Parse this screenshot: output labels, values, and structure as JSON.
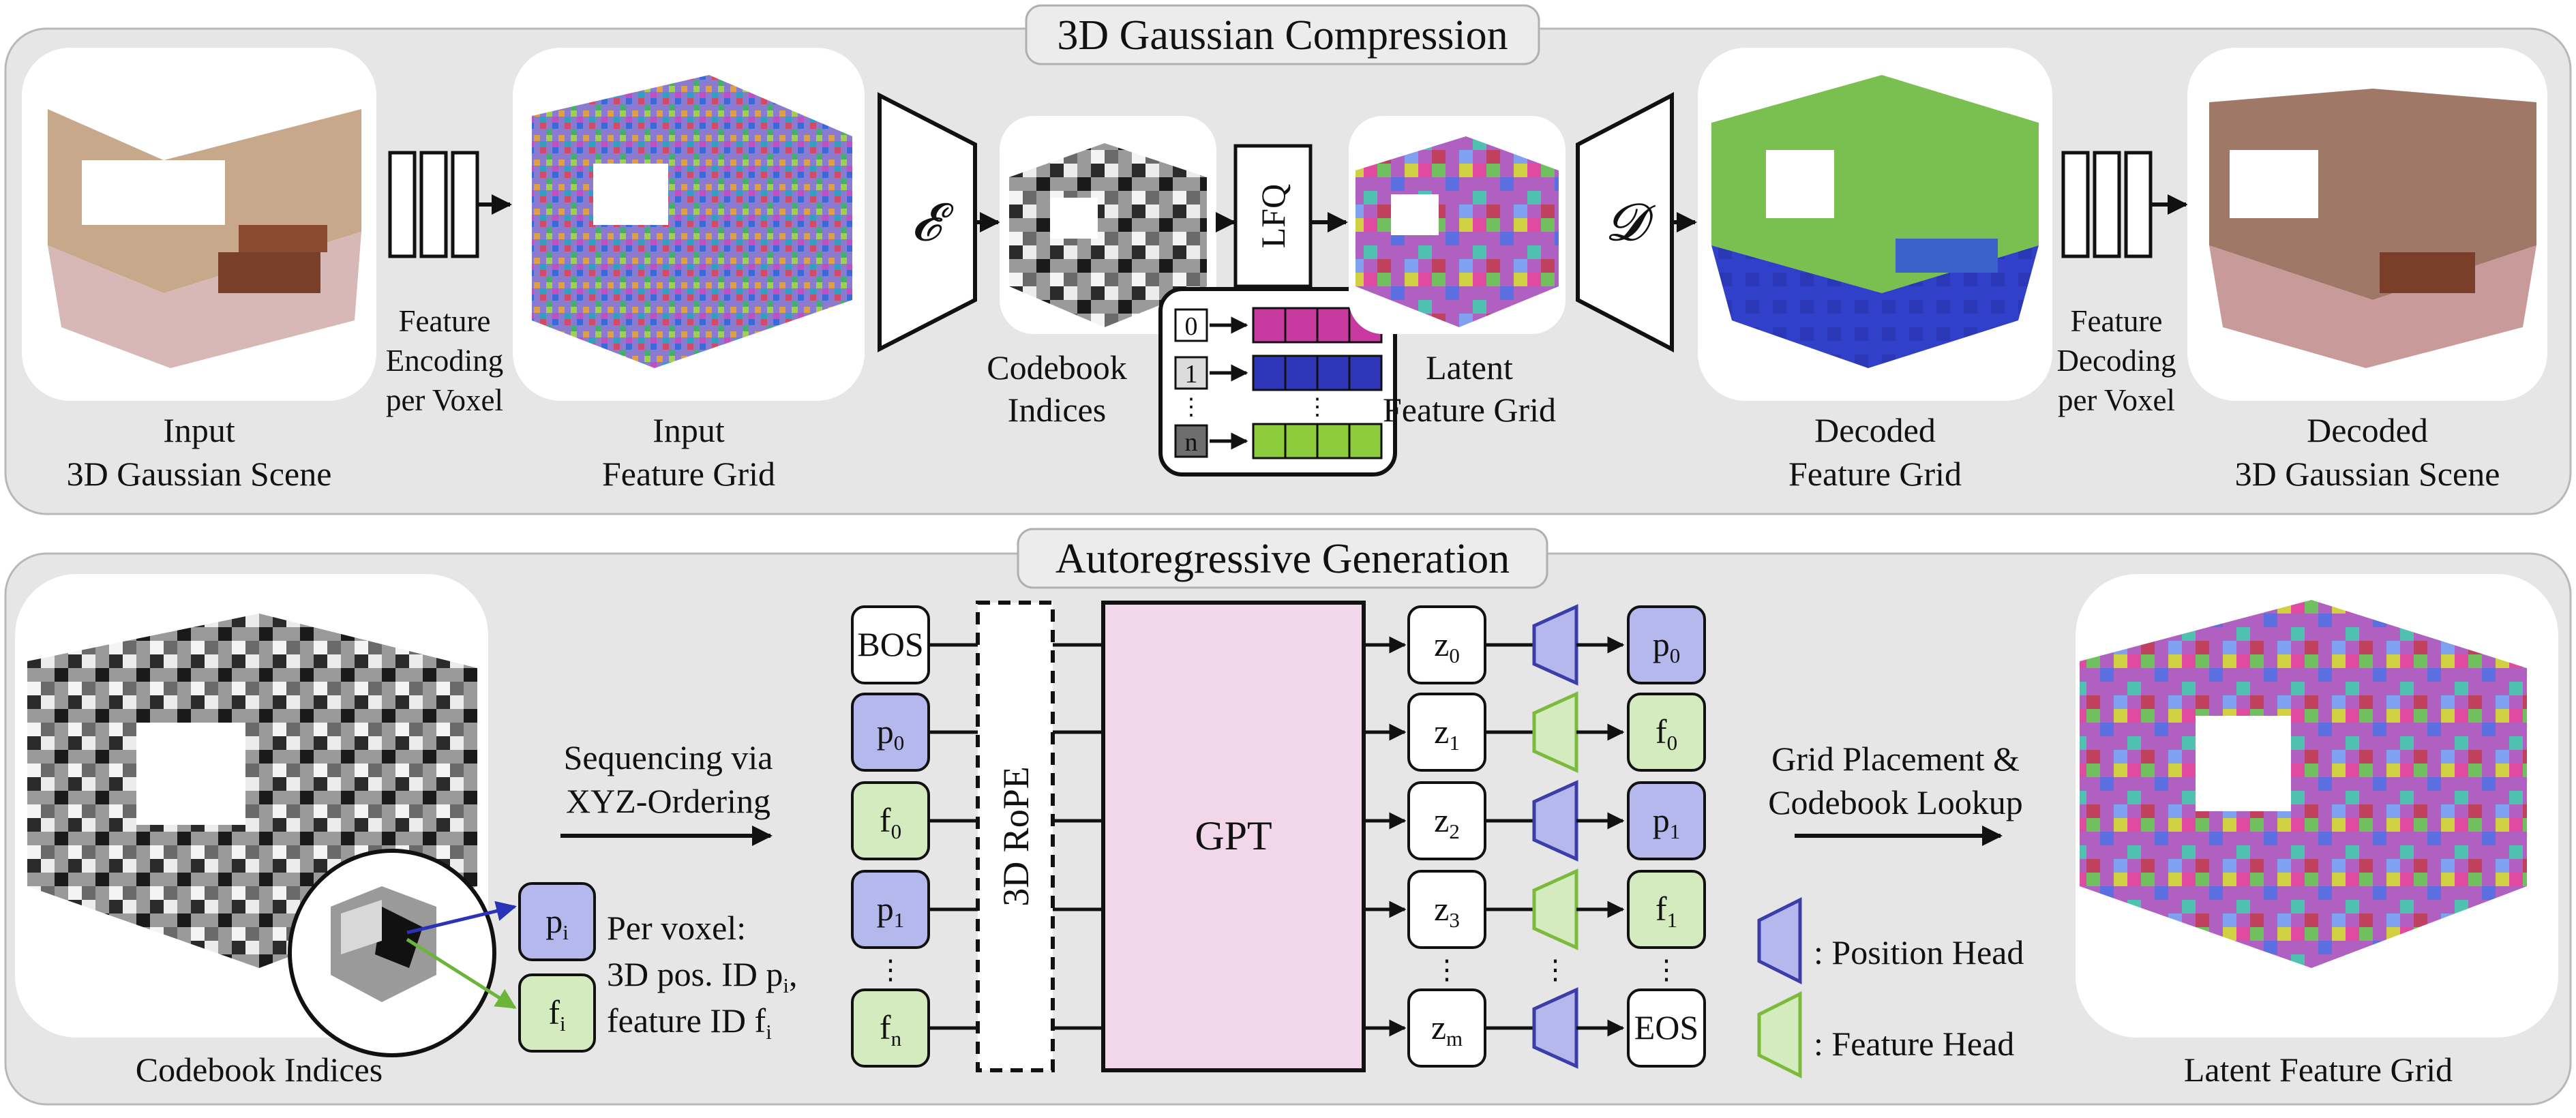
{
  "top_section": {
    "title": "3D Gaussian Compression",
    "input_scene_label_1": "Input",
    "input_scene_label_2": "3D Gaussian Scene",
    "feature_encoding_1": "Feature",
    "feature_encoding_2": "Encoding",
    "feature_encoding_3": "per Voxel",
    "input_grid_label_1": "Input",
    "input_grid_label_2": "Feature Grid",
    "encoder_symbol": "𝓔",
    "codebook_indices_label_1": "Codebook",
    "codebook_indices_label_2": "Indices",
    "lfq_label": "LFQ",
    "lfq_index_0": "0",
    "lfq_index_1": "1",
    "lfq_index_n": "n",
    "lfq_dots": "⋮",
    "latent_grid_label_1": "Latent",
    "latent_grid_label_2": "Feature Grid",
    "decoder_symbol": "𝓓",
    "decoded_grid_label_1": "Decoded",
    "decoded_grid_label_2": "Feature Grid",
    "feature_decoding_1": "Feature",
    "feature_decoding_2": "Decoding",
    "feature_decoding_3": "per Voxel",
    "decoded_scene_label_1": "Decoded",
    "decoded_scene_label_2": "3D Gaussian Scene"
  },
  "bottom_section": {
    "title": "Autoregressive Generation",
    "codebook_indices_label": "Codebook Indices",
    "sequencing_1": "Sequencing via",
    "sequencing_2": "XYZ-Ordering",
    "per_voxel_1": "Per voxel:",
    "per_voxel_2": "3D pos. ID p",
    "per_voxel_2_sub": "i",
    "per_voxel_2_end": ",",
    "per_voxel_3": "feature ID f",
    "per_voxel_3_sub": "i",
    "token_pi": "p",
    "token_pi_sub": "i",
    "token_fi": "f",
    "token_fi_sub": "i",
    "input_tokens": [
      {
        "base": "BOS",
        "sub": ""
      },
      {
        "base": "p",
        "sub": "0"
      },
      {
        "base": "f",
        "sub": "0"
      },
      {
        "base": "p",
        "sub": "1"
      },
      {
        "base": "f",
        "sub": "n"
      }
    ],
    "rope_label": "3D RoPE",
    "gpt_label": "GPT",
    "z_tokens": [
      {
        "base": "z",
        "sub": "0"
      },
      {
        "base": "z",
        "sub": "1"
      },
      {
        "base": "z",
        "sub": "2"
      },
      {
        "base": "z",
        "sub": "3"
      },
      {
        "base": "z",
        "sub": "m"
      }
    ],
    "output_tokens": [
      {
        "base": "p",
        "sub": "0"
      },
      {
        "base": "f",
        "sub": "0"
      },
      {
        "base": "p",
        "sub": "1"
      },
      {
        "base": "f",
        "sub": "1"
      },
      {
        "base": "EOS",
        "sub": ""
      }
    ],
    "grid_placement_1": "Grid Placement &",
    "grid_placement_2": "Codebook Lookup",
    "legend_position": ": Position Head",
    "legend_feature": ": Feature Head",
    "latent_grid_label": "Latent Feature Grid",
    "dots": "⋮"
  },
  "colors": {
    "panel_bg": "#e6e6e6",
    "position_token": "#b4b8ec",
    "feature_token": "#d4ebc0",
    "position_head_stroke": "#3b3ea8",
    "feature_head_stroke": "#7cba3c",
    "gpt_fill": "#f2d6ea",
    "codebook_magenta": "#c83aa0",
    "codebook_blue": "#2f36b8",
    "codebook_green": "#8ccc3c"
  }
}
